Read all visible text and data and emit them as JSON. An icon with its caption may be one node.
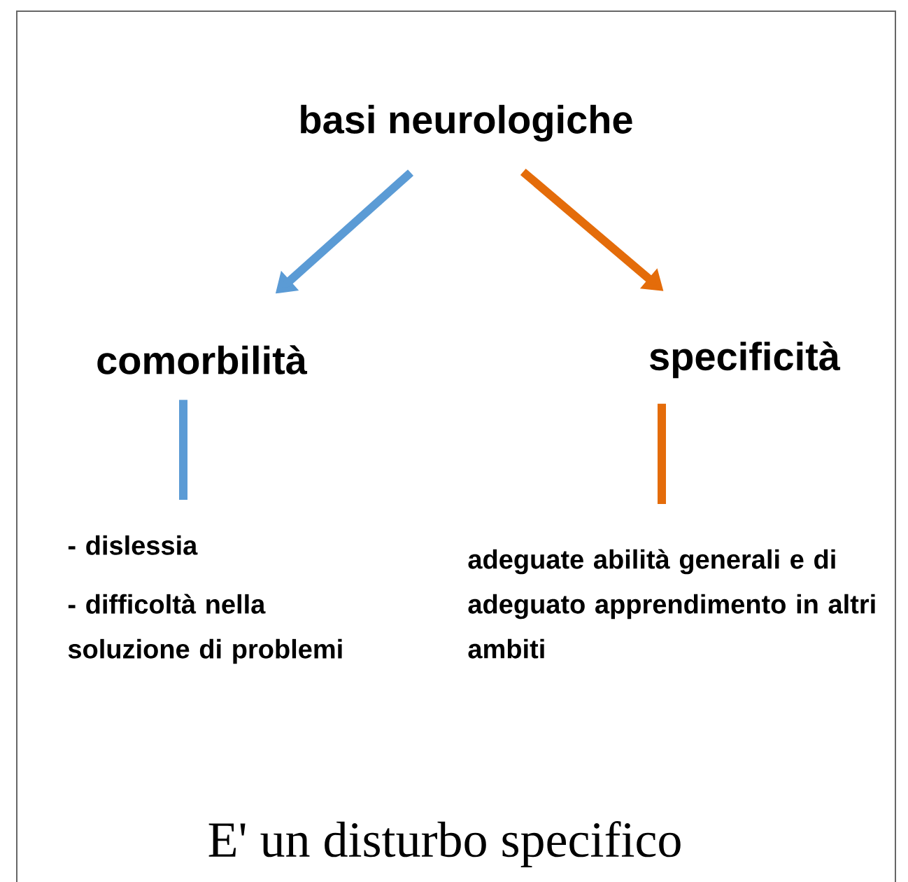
{
  "diagram": {
    "caption": "E' un disturbo specifico",
    "nodes": [
      {
        "text": [
          "basi neurologiche"
        ]
      },
      {
        "text": [
          "comorbilità"
        ]
      },
      {
        "text": [
          "specificità"
        ]
      },
      {
        "text": [
          "- dislessia",
          "- difficoltà nella soluzione di problemi"
        ]
      },
      {
        "text": [
          "adeguate abilità generali e di adeguato apprendimento in altri ambiti"
        ]
      }
    ],
    "edges": [
      {
        "from": 0,
        "to": 1,
        "arrow": "to",
        "color": "#5b9bd5"
      },
      {
        "from": 0,
        "to": 2,
        "arrow": "to",
        "color": "#e46c0a"
      },
      {
        "from": 1,
        "to": 3,
        "arrow": "none",
        "color": "#5b9bd5"
      },
      {
        "from": 2,
        "to": 4,
        "arrow": "none",
        "color": "#e46c0a"
      }
    ]
  }
}
